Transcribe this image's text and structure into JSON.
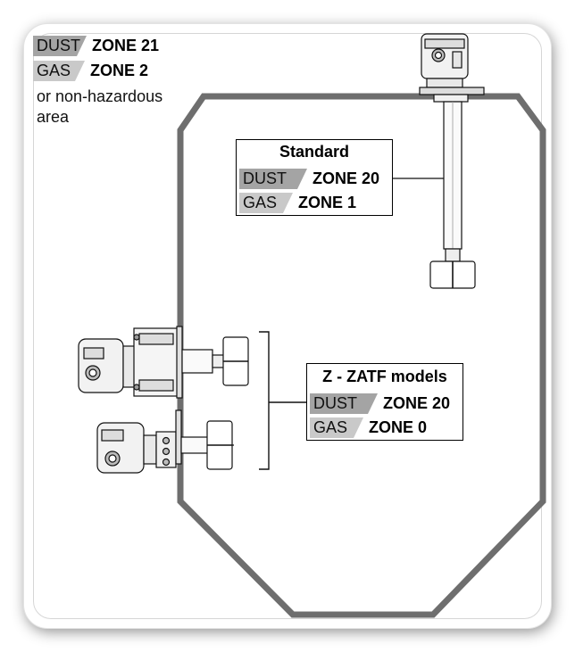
{
  "outside": {
    "dust_label": "DUST",
    "dust_zone": "ZONE 21",
    "gas_label": "GAS",
    "gas_zone": "ZONE 2",
    "note": "or non-hazardous area"
  },
  "standard": {
    "title": "Standard",
    "dust_label": "DUST",
    "dust_zone": "ZONE 20",
    "gas_label": "GAS",
    "gas_zone": "ZONE 1"
  },
  "z_zatf": {
    "title": "Z - ZATF models",
    "dust_label": "DUST",
    "dust_zone": "ZONE 20",
    "gas_label": "GAS",
    "gas_zone": "ZONE 0"
  },
  "colors": {
    "silo_outline": "#6e6e6e",
    "dust_tag": "#a4a4a4",
    "gas_tag": "#c9c9c9"
  }
}
